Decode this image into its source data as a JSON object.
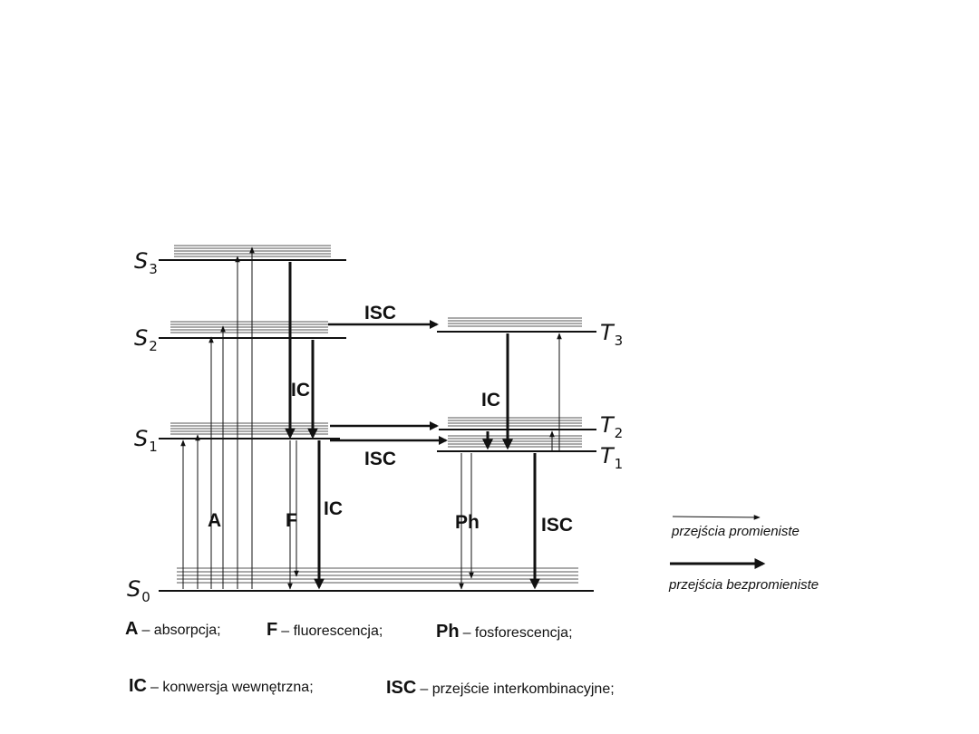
{
  "levels": {
    "s3": "S",
    "s3_sub": "3",
    "s2": "S",
    "s2_sub": "2",
    "s1": "S",
    "s1_sub": "1",
    "s0": "S",
    "s0_sub": "0",
    "t3": "T",
    "t3_sub": "3",
    "t2": "T",
    "t2_sub": "2",
    "t1": "T",
    "t1_sub": "1"
  },
  "process_labels": {
    "isc_top": "ISC",
    "isc_mid": "ISC",
    "isc_right": "ISC",
    "ic_s2_s1": "IC",
    "ic_s1_s0": "IC",
    "ic_t3_t1": "IC",
    "a": "A",
    "f": "F",
    "ph": "Ph"
  },
  "legend": {
    "radiative": "przejścia promieniste",
    "nonradiative": "przejścia bezpromieniste"
  },
  "definitions": [
    {
      "key": "A",
      "text": "– absorpcja;"
    },
    {
      "key": "F",
      "text": "– fluorescencja;"
    },
    {
      "key": "Ph",
      "text": "– fosforescencja;"
    },
    {
      "key": "IC",
      "text": "– konwersja wewnętrzna;"
    },
    {
      "key": "ISC",
      "text": "– przejście interkombinacyjne;"
    }
  ],
  "colors": {
    "ink": "#111111",
    "vib_lines": "#555555"
  }
}
